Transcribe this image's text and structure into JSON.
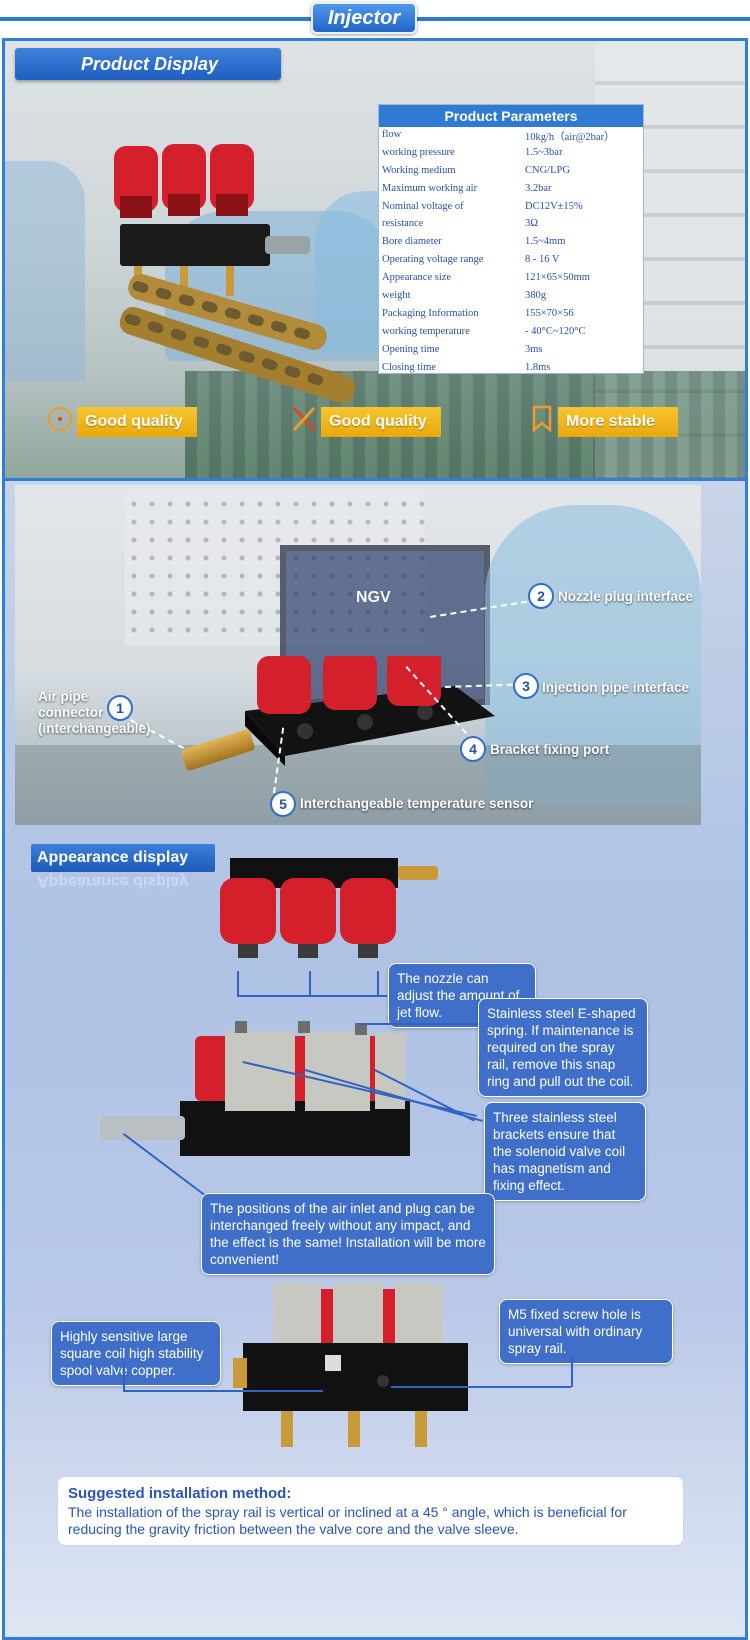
{
  "header": {
    "title": "Injector"
  },
  "product_display": {
    "tab_label": "Product Display",
    "params_title": "Product Parameters",
    "params": [
      {
        "k": "flow",
        "v": "10kg/h（air@2bar）"
      },
      {
        "k": "working pressure",
        "v": "1.5~3bar"
      },
      {
        "k": "Working medium",
        "v": "CNG/LPG"
      },
      {
        "k": "Maximum working air",
        "v": "3.2bar"
      },
      {
        "k": "Nominal voltage of",
        "v": "DC12V±15%"
      },
      {
        "k": "resistance",
        "v": "3Ω"
      },
      {
        "k": "Bore diameter",
        "v": "1.5~4mm"
      },
      {
        "k": "Operating voltage range",
        "v": "8 - 16 V"
      },
      {
        "k": "Appearance size",
        "v": "121×65×50mm"
      },
      {
        "k": "weight",
        "v": "380g"
      },
      {
        "k": "Packaging Information",
        "v": "155×70×56"
      },
      {
        "k": "working temperature",
        "v": " - 40°C~120°C"
      },
      {
        "k": "Opening time",
        "v": "3ms"
      },
      {
        "k": "Closing time",
        "v": "1.8ms"
      }
    ],
    "badges": [
      "Good quality",
      "Good quality",
      "More stable"
    ]
  },
  "callouts": [
    {
      "n": "1",
      "text": "Air pipe connector (interchangeable)"
    },
    {
      "n": "2",
      "text": "Nozzle plug interface"
    },
    {
      "n": "3",
      "text": "Injection pipe interface"
    },
    {
      "n": "4",
      "text": "Bracket fixing port"
    },
    {
      "n": "5",
      "text": "Interchangeable temperature sensor"
    }
  ],
  "monitor_text": "NGV",
  "appearance": {
    "tab_label": "Appearance display",
    "notes": {
      "nozzle": "The nozzle can adjust the amount of jet flow.",
      "spring": "Stainless steel E-shaped spring. If maintenance is required on the spray rail, remove this snap ring and pull out the coil.",
      "brackets": "Three stainless steel brackets ensure that the solenoid valve coil has magnetism and fixing effect.",
      "positions": "The positions of the air inlet and plug can be interchanged freely without any impact, and the effect is the same! Installation will be more convenient!",
      "coil": "Highly sensitive large square coil high stability spool valve copper.",
      "screw": "M5 fixed screw hole is universal with ordinary spray rail."
    }
  },
  "installation": {
    "title": "Suggested installation method:",
    "body": "The installation of the spray rail is vertical or inclined at a 45 ° angle, which is beneficial for reducing the gravity friction between the valve core and the valve sleeve."
  },
  "colors": {
    "accent": "#2f7bd3",
    "badge": "#f2b81f",
    "injector_red": "#d3202a"
  }
}
